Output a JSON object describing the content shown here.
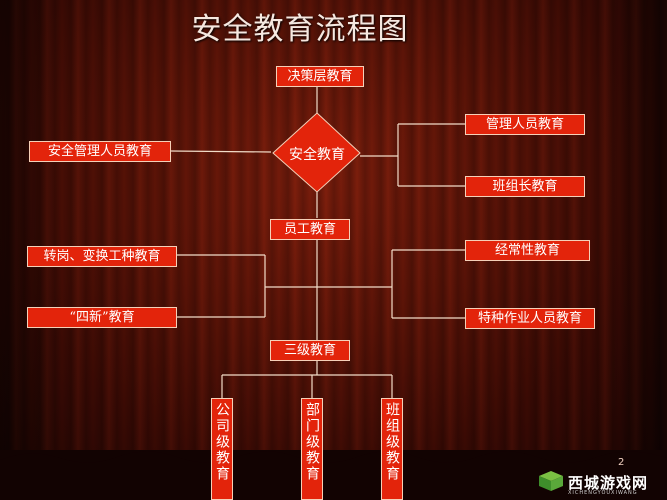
{
  "title": "安全教育流程图",
  "nodes": {
    "decision": "决策层教育",
    "safety": "安全教育",
    "safety_mgmt": "安全管理人员教育",
    "mgmt_staff": "管理人员教育",
    "team_leader": "班组长教育",
    "employee": "员工教育",
    "transfer": "转岗、变换工种教育",
    "four_new": "“四新”教育",
    "regular": "经常性教育",
    "special": "特种作业人员教育",
    "three_level": "三级教育",
    "company_level": "公司级教育",
    "dept_level": "部门级教育",
    "team_level": "班组级教育"
  },
  "page_number": "2",
  "watermark": {
    "text": "西城游戏网",
    "sub": "XICHENGYOUXIWANG"
  },
  "colors": {
    "node_fill": "#e3240b",
    "node_border": "#f5d0b8",
    "connector": "#f2dcc8",
    "background": "#5a1307"
  }
}
